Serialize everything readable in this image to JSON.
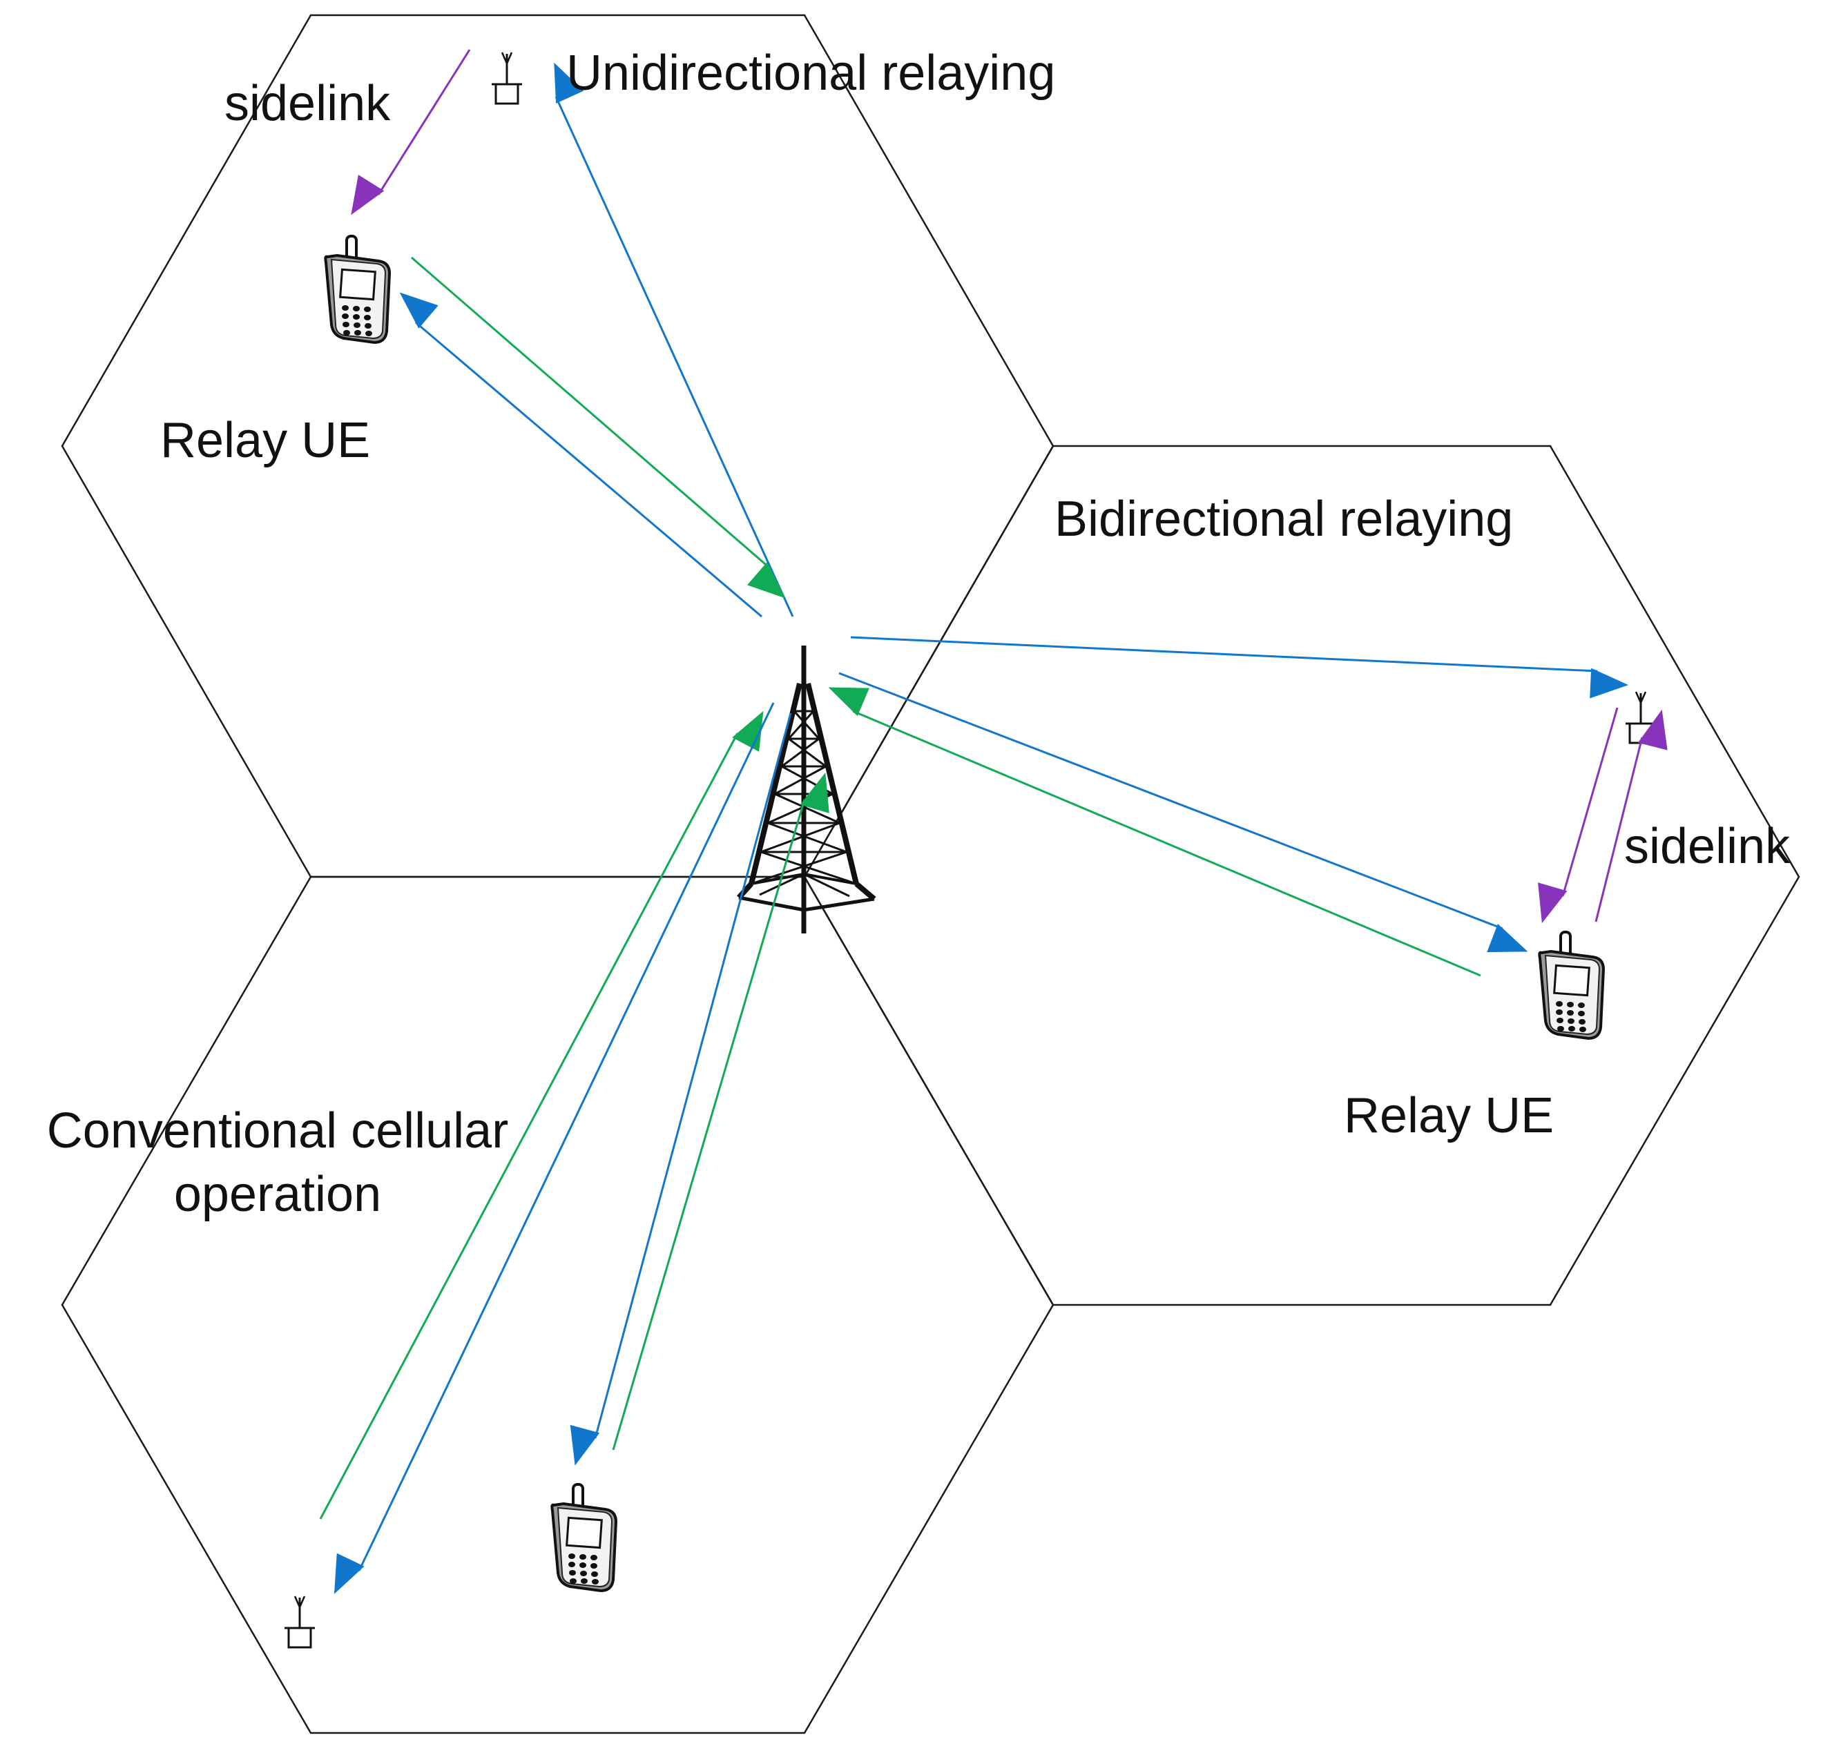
{
  "labels": {
    "sidelink_top": "sidelink",
    "unidirectional": "Unidirectional relaying",
    "relay_ue_left": "Relay UE",
    "bidirectional": "Bidirectional relaying",
    "sidelink_right": "sidelink",
    "relay_ue_right": "Relay UE",
    "conventional_line1": "Conventional cellular",
    "conventional_line2": "operation"
  },
  "colors": {
    "blue_link": "#1177cc",
    "green_link": "#11aa55",
    "sidelink": "#8833bb",
    "outline": "#1a1a1a"
  },
  "icons": [
    "tower-icon",
    "antenna-icon",
    "phone-icon"
  ]
}
